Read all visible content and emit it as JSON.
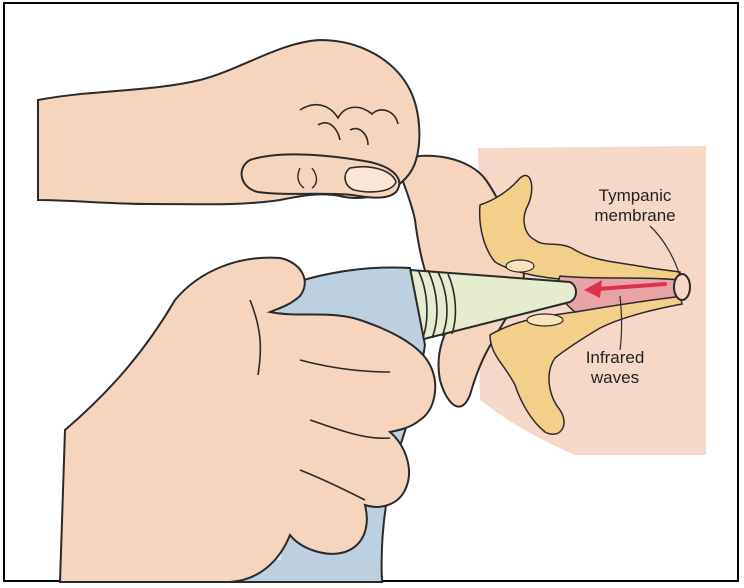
{
  "labels": {
    "tympanic_line1": "Tympanic",
    "tympanic_line2": "membrane",
    "infrared_line1": "Infrared",
    "infrared_line2": "waves"
  },
  "colors": {
    "skin": "#f5d5bd",
    "skin_outline": "#2a2a2a",
    "ear_panel": "#f6d8c8",
    "cartilage": "#f3d089",
    "canal_pink": "#e7a3a6",
    "probe_cone": "#e6ecd0",
    "device_body": "#bcd0e0",
    "arrow": "#e03050"
  },
  "icons": {
    "arrow": "arrow-left-icon"
  }
}
